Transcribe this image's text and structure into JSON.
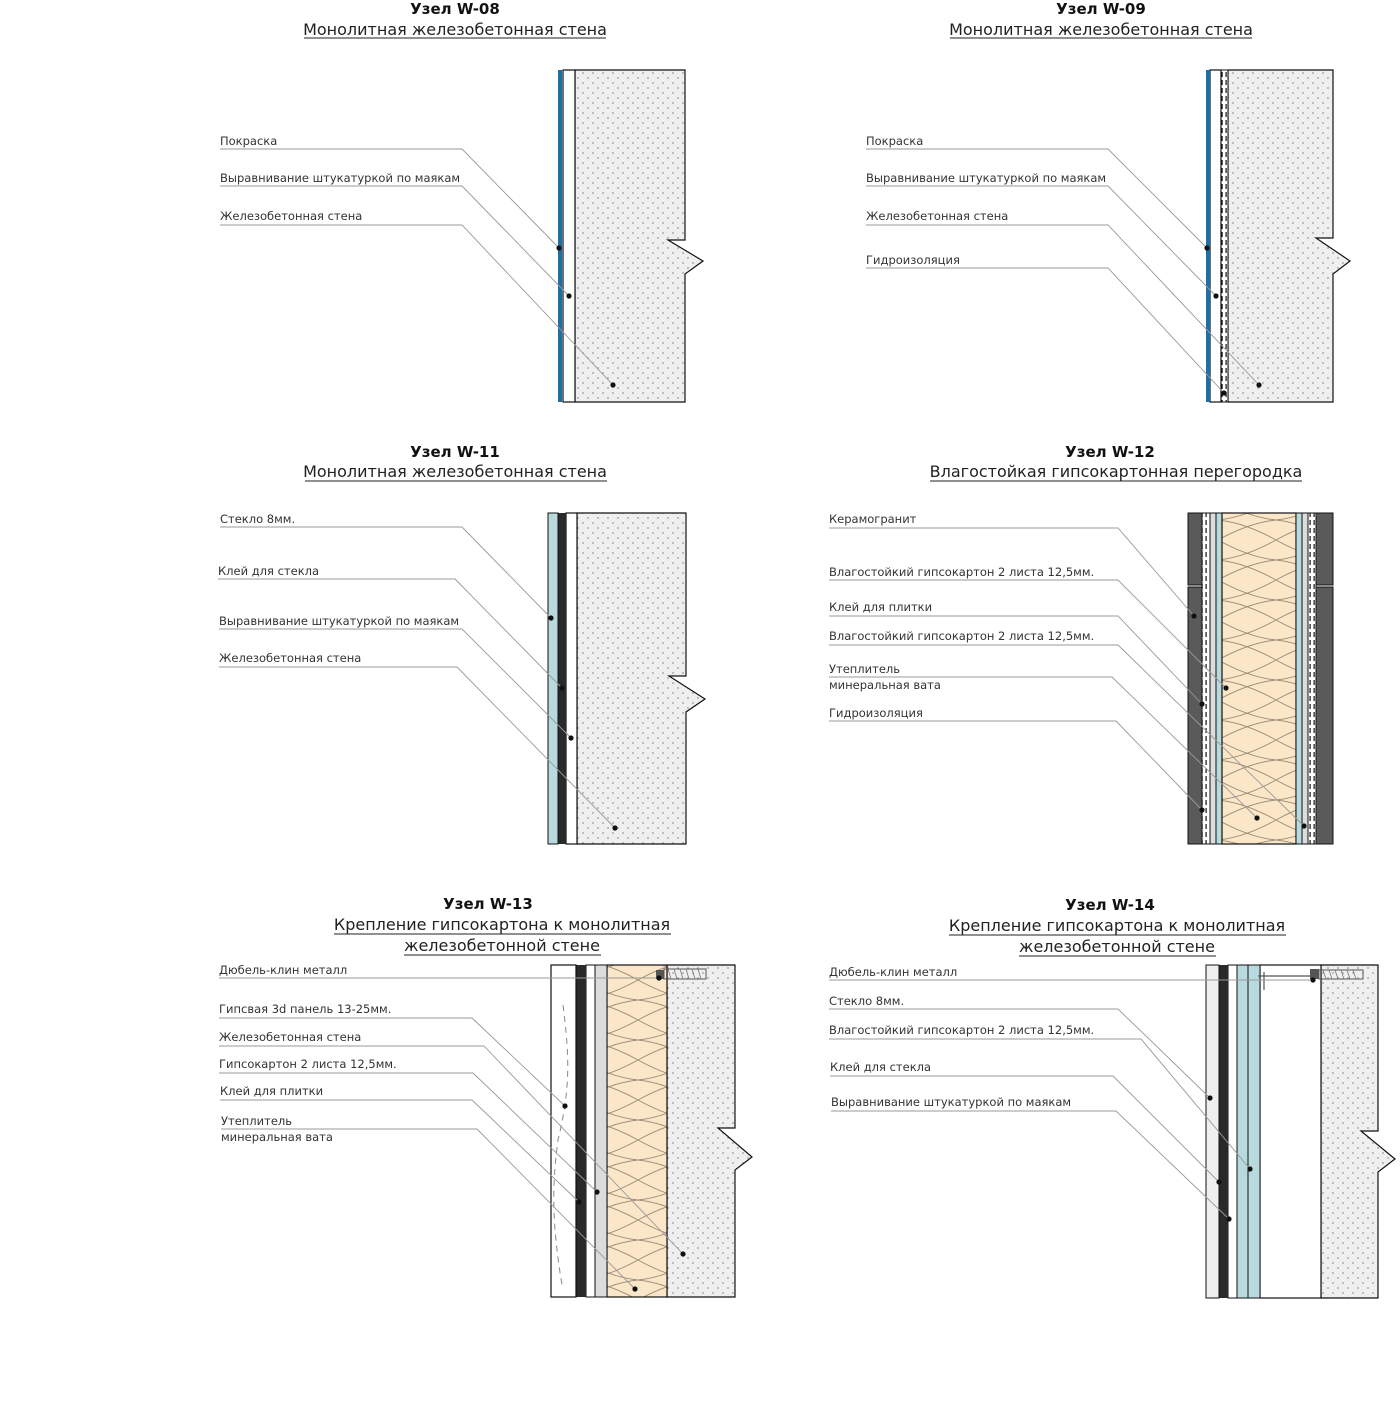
{
  "details": [
    {
      "id": "w08",
      "title": "Узел W-08",
      "subtitle": [
        "Монолитная железобетонная стена"
      ],
      "labels": [
        "Покраска",
        "Выравнивание штукатуркой по маякам",
        "Железобетонная стена"
      ]
    },
    {
      "id": "w09",
      "title": "Узел W-09",
      "subtitle": [
        "Монолитная железобетонная стена"
      ],
      "labels": [
        "Покраска",
        "Выравнивание штукатуркой по маякам",
        "Железобетонная стена",
        "Гидроизоляция"
      ]
    },
    {
      "id": "w11",
      "title": "Узел W-11",
      "subtitle": [
        "Монолитная железобетонная стена"
      ],
      "labels": [
        "Стекло 8мм.",
        "Клей для стекла",
        "Выравнивание штукатуркой по маякам",
        "Железобетонная стена"
      ]
    },
    {
      "id": "w12",
      "title": "Узел W-12",
      "subtitle": [
        "Влагостойкая гипсокартонная перегородка"
      ],
      "labels": [
        "Керамогранит",
        "Влагостойкий гипсокартон 2 листа 12,5мм.",
        "Клей для плитки",
        "Влагостойкий гипсокартон 2 листа 12,5мм.",
        [
          "Утеплитель",
          "минеральная вата"
        ],
        "Гидроизоляция"
      ]
    },
    {
      "id": "w13",
      "title": "Узел W-13",
      "subtitle": [
        "Крепление гипсокартона к монолитная",
        "железобетонной стене"
      ],
      "labels": [
        "Дюбель-клин металл",
        "Гипсвая  3d панель 13-25мм.",
        "Железобетонная стена",
        "Гипсокартон 2 листа 12,5мм.",
        "Клей для плитки",
        [
          "Утеплитель",
          "минеральная вата"
        ]
      ]
    },
    {
      "id": "w14",
      "title": "Узел W-14",
      "subtitle": [
        "Крепление гипсокартона к монолитная",
        "железобетонной стене"
      ],
      "labels": [
        "Дюбель-клин металл",
        "Стекло 8мм.",
        "Влагостойкий гипсокартон 2 листа 12,5мм.",
        "Клей для стекла",
        "Выравнивание штукатуркой по маякам"
      ]
    }
  ],
  "colors": {
    "paint": "#1e6fa6",
    "concrete": "#efefef",
    "dots": "#9a9a9a",
    "glass": "#b8dade",
    "wool": "#fbe6c7",
    "tile": "#5a5a5a",
    "board": "#dcdcdc",
    "glue": "#2a2a2a",
    "outline": "#111111"
  }
}
